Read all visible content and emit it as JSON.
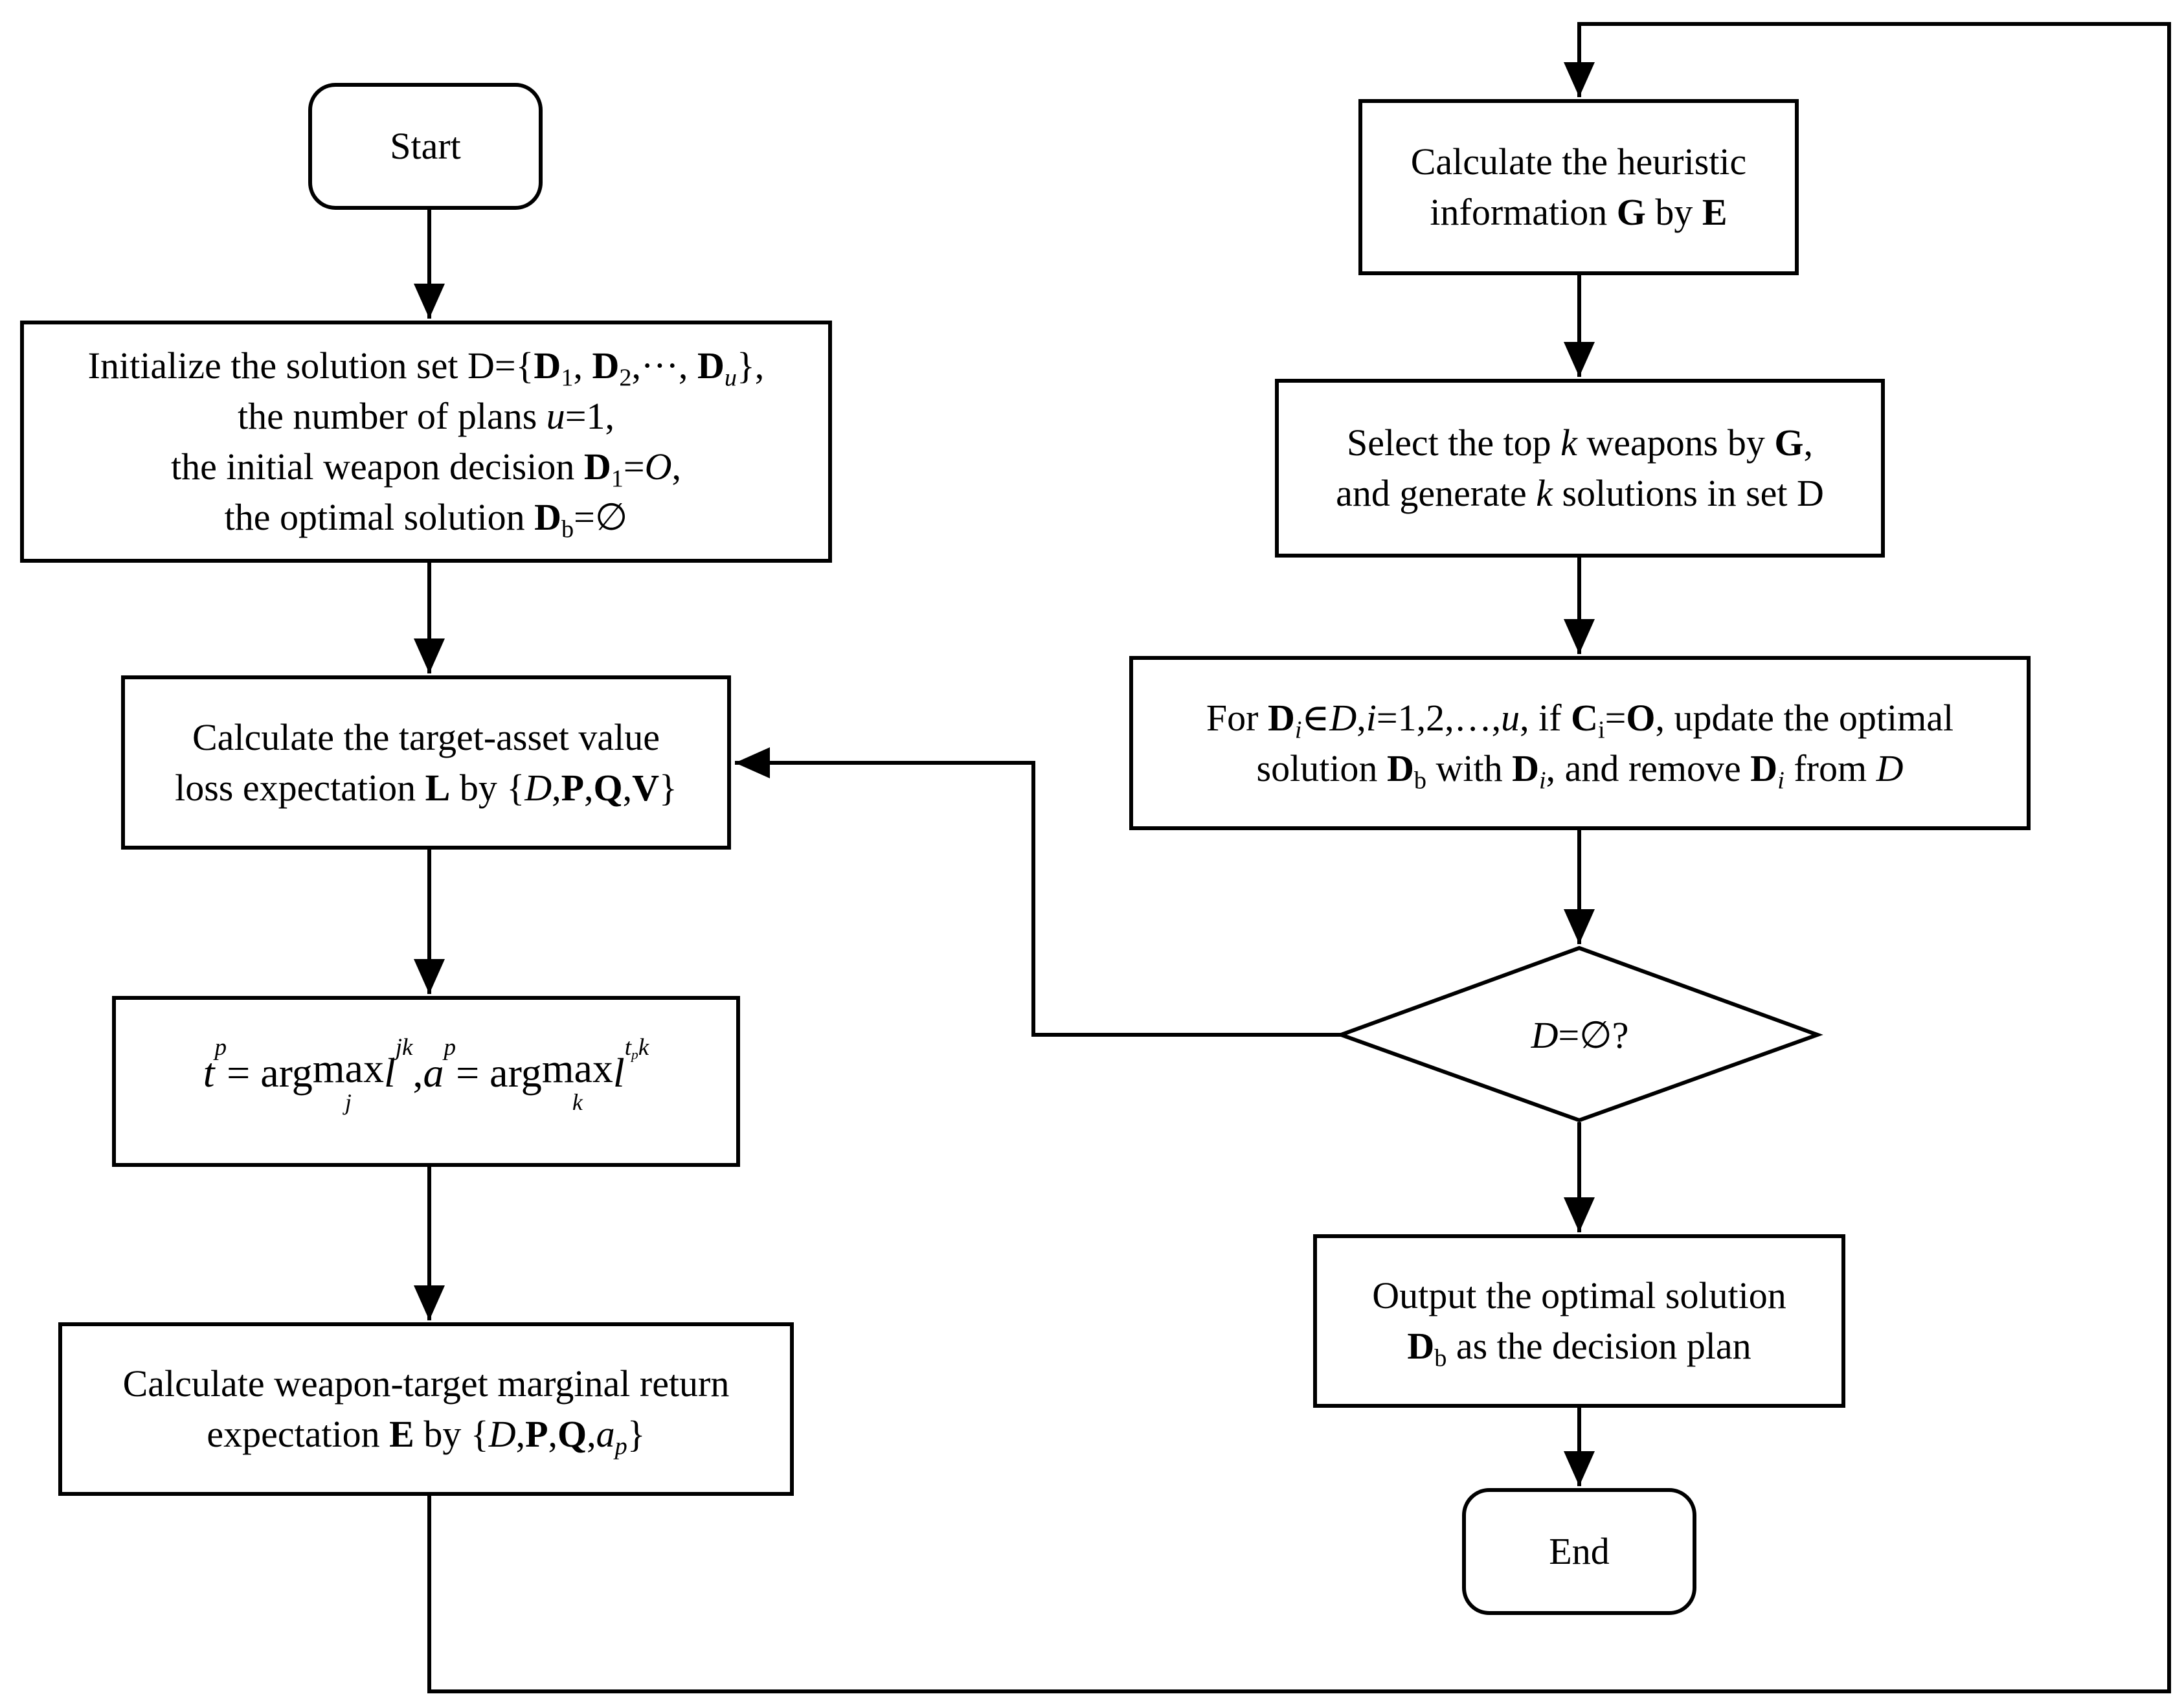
{
  "nodes": {
    "start": "Start",
    "init": {
      "line1_a": "Initialize the solution set D={",
      "d": "D",
      "s1": "1",
      "c1": ", ",
      "s2": "2",
      "c2": ",···, ",
      "su": "u",
      "end": "},",
      "line2_a": "the number of plans ",
      "line2_u": "u",
      "line2_b": "=1,",
      "line3_a": "the initial weapon decision ",
      "line3_b": "=",
      "line3_o": "O",
      "line3_c": ",",
      "line4_a": "the optimal solution ",
      "line4_sub": "b",
      "line4_b": "=∅"
    },
    "loss": {
      "line1": "Calculate the target-asset value",
      "line2_a": "loss expectation ",
      "line2_L": "L",
      "line2_b": " by {",
      "D": "D",
      "comma": ",",
      "P": "P",
      "Q": "Q",
      "V": "V",
      "close": "}"
    },
    "argmax": {
      "t": "t",
      "p": "p",
      "eq": " = arg",
      "max": "max",
      "j": "j",
      "k": "k",
      "l": "l",
      "jk": "jk",
      "comma": ", ",
      "a": "a",
      "tp_t": "t",
      "tp_k": "k"
    },
    "marginal": {
      "line1": "Calculate weapon-target  marginal  return",
      "line2_a": "expectation ",
      "line2_E": "E",
      "line2_b": " by {",
      "D": "D",
      "comma": ",",
      "P": "P",
      "Q": "Q",
      "a": "a",
      "p": "p",
      "close": "}"
    },
    "heuristic": {
      "line1": "Calculate the heuristic",
      "line2_a": "information ",
      "line2_G": "G",
      "line2_b": " by ",
      "line2_E": "E"
    },
    "select": {
      "line1_a": "Select the top ",
      "line1_k": "k",
      "line1_b": " weapons  by ",
      "line1_G": "G",
      "line1_c": ",",
      "line2_a": "and generate  ",
      "line2_k": "k",
      "line2_b": " solutions in set D"
    },
    "update": {
      "l1_a": "For ",
      "D": "D",
      "i": "i",
      "in": "∈",
      "Dset": "D",
      "l1_b": ",",
      "l1_c": "=1,2,…,",
      "u": "u",
      "l1_d": ", if ",
      "C": "C",
      "ci": "i",
      "l1_e": "=",
      "O": "O",
      "l1_f": ", update the optimal",
      "l2_a": "solution ",
      "b": "b",
      "l2_b": " with ",
      "l2_c": ", and remove  ",
      "l2_d": " from "
    },
    "decision": {
      "D": "D",
      "rest": "=∅?"
    },
    "output": {
      "line1": "Output the optimal solution",
      "D": "D",
      "b": "b",
      "line2": " as the decision plan"
    },
    "end": "End"
  }
}
